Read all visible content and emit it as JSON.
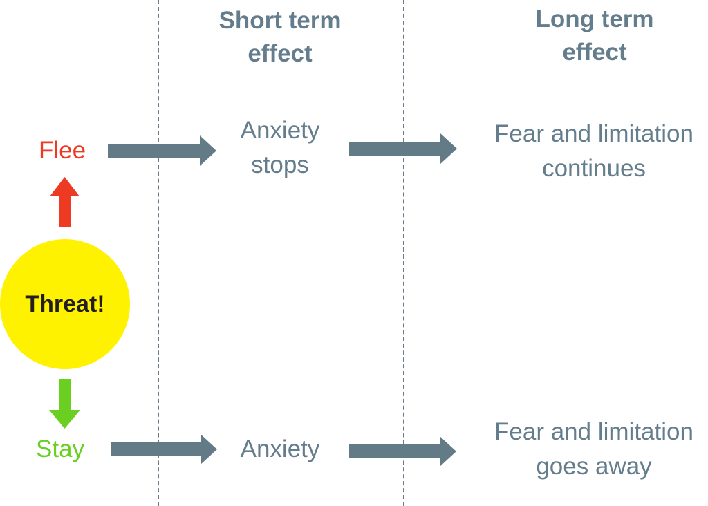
{
  "headers": {
    "short_term": [
      "Short term",
      "effect"
    ],
    "long_term": [
      "Long term",
      "effect"
    ]
  },
  "threat": {
    "label": "Threat!",
    "circle_color": "#fff200"
  },
  "flee": {
    "label": "Flee",
    "color": "#ee3a23",
    "short_term": [
      "Anxiety",
      "stops"
    ],
    "long_term": [
      "Fear and limitation",
      "continues"
    ]
  },
  "stay": {
    "label": "Stay",
    "color": "#6acf21",
    "short_term": [
      "Anxiety"
    ],
    "long_term": [
      "Fear and limitation",
      "goes away"
    ]
  },
  "colors": {
    "text_gray": "#647d8c",
    "arrow_gray": "#637b87",
    "divider": "#6b7b85"
  }
}
